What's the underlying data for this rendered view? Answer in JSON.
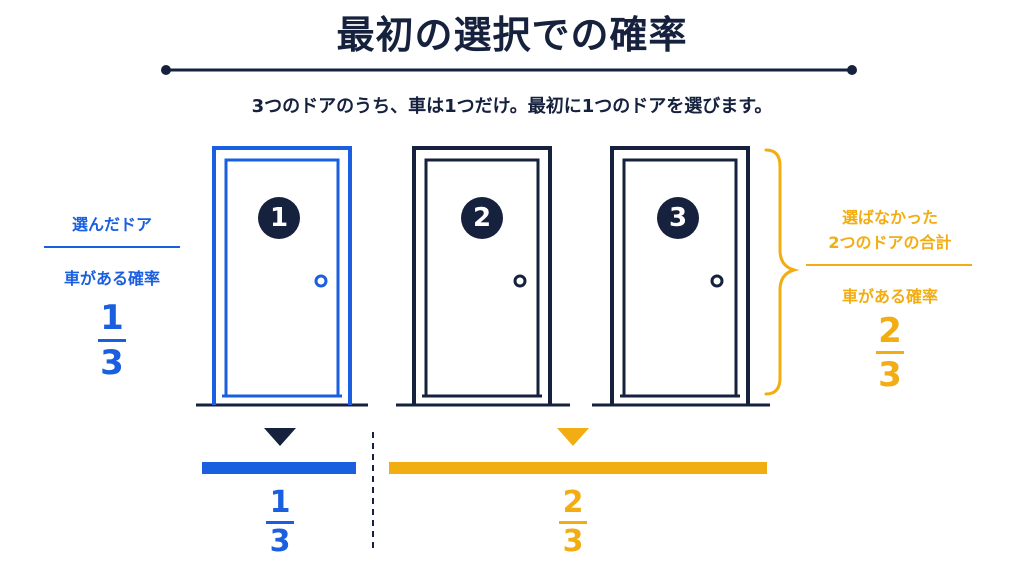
{
  "title": "最初の選択での確率",
  "subtitle": "3つのドアのうち、車は1つだけ。最初に1つのドアを選びます。",
  "doors": [
    {
      "number": "1",
      "selected": true
    },
    {
      "number": "2",
      "selected": false
    },
    {
      "number": "3",
      "selected": false
    }
  ],
  "left_panel": {
    "label_top": "選んだドア",
    "label_bottom": "車がある確率",
    "numerator": "1",
    "denominator": "3"
  },
  "right_panel": {
    "label_top_line1": "選ばなかった",
    "label_top_line2": "2つのドアの合計",
    "label_bottom": "車がある確率",
    "numerator": "2",
    "denominator": "3"
  },
  "bottom_left": {
    "numerator": "1",
    "denominator": "3"
  },
  "bottom_right": {
    "numerator": "2",
    "denominator": "3"
  },
  "colors": {
    "navy": "#16213e",
    "blue": "#1a5fe0",
    "yellow": "#f2ad12"
  }
}
